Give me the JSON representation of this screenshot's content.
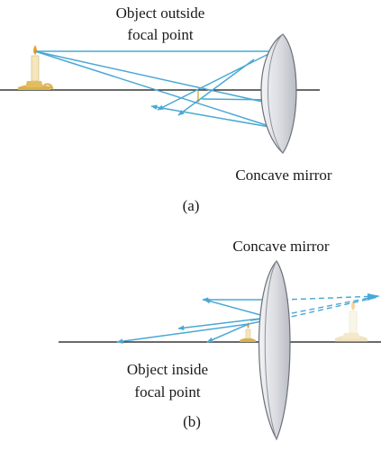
{
  "panel_a": {
    "caption_line1": "Object outside",
    "caption_line2": "focal point",
    "mirror_label": "Concave mirror",
    "panel_label": "(a)"
  },
  "panel_b": {
    "mirror_label": "Concave mirror",
    "caption_line1": "Object inside",
    "caption_line2": "focal point",
    "panel_label": "(b)"
  },
  "colors": {
    "ray": "#4aa8d4",
    "axis": "#111111",
    "mirror_fill": "#dfe1e6",
    "mirror_edge": "#6c6f78",
    "candle": "#e8c46a",
    "image_candle": "#f1deb0",
    "flame": "#f0a020"
  }
}
